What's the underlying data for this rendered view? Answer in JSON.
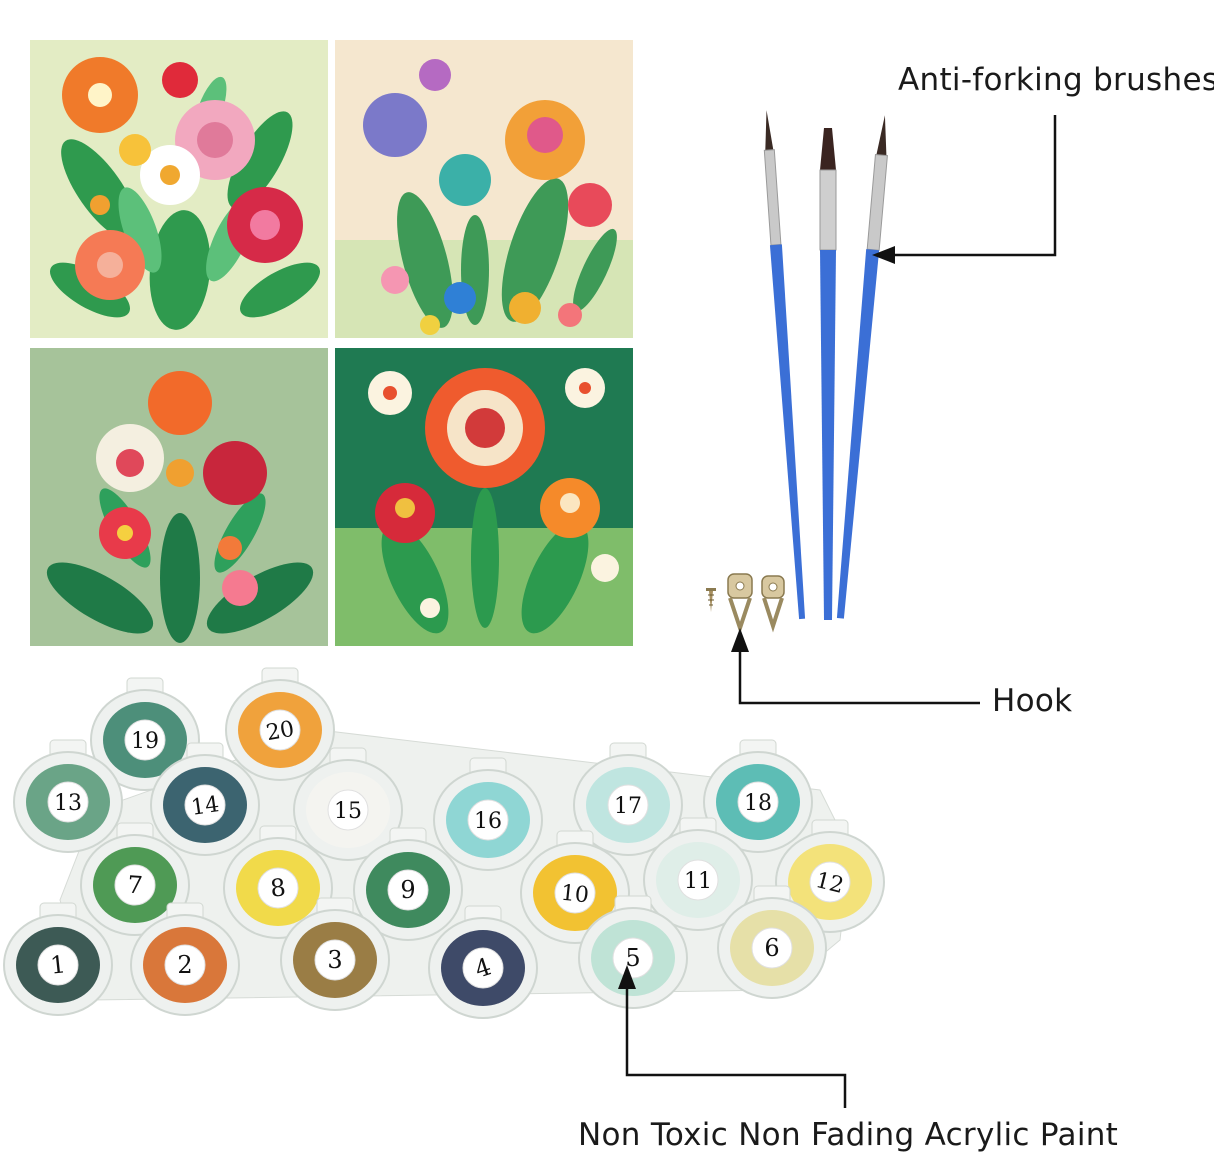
{
  "callouts": {
    "brushes": "Anti-forking brushes",
    "hook": "Hook",
    "paint": "Non Toxic Non Fading Acrylic Paint"
  },
  "paint_pots": [
    {
      "number": "1",
      "color": "#3d5a55"
    },
    {
      "number": "2",
      "color": "#d9773a"
    },
    {
      "number": "3",
      "color": "#9a7d45"
    },
    {
      "number": "4",
      "color": "#3e4a68"
    },
    {
      "number": "5",
      "color": "#bfe3d6"
    },
    {
      "number": "6",
      "color": "#e6e0a8"
    },
    {
      "number": "7",
      "color": "#4f9a55"
    },
    {
      "number": "8",
      "color": "#f1da4a"
    },
    {
      "number": "9",
      "color": "#3f8a5e"
    },
    {
      "number": "10",
      "color": "#f2c232"
    },
    {
      "number": "11",
      "color": "#dfeee8"
    },
    {
      "number": "12",
      "color": "#f3e27a"
    },
    {
      "number": "13",
      "color": "#6aa487"
    },
    {
      "number": "14",
      "color": "#3c6470"
    },
    {
      "number": "15",
      "color": "#f4f4f0"
    },
    {
      "number": "16",
      "color": "#8fd6d4"
    },
    {
      "number": "17",
      "color": "#bfe5e0"
    },
    {
      "number": "18",
      "color": "#5dbdb5"
    },
    {
      "number": "19",
      "color": "#4d8f7a"
    },
    {
      "number": "20",
      "color": "#f0a23c"
    }
  ],
  "colors": {
    "brush_handle": "#3b6fd6",
    "ferrule": "#c9c9c9",
    "line": "#111111"
  }
}
